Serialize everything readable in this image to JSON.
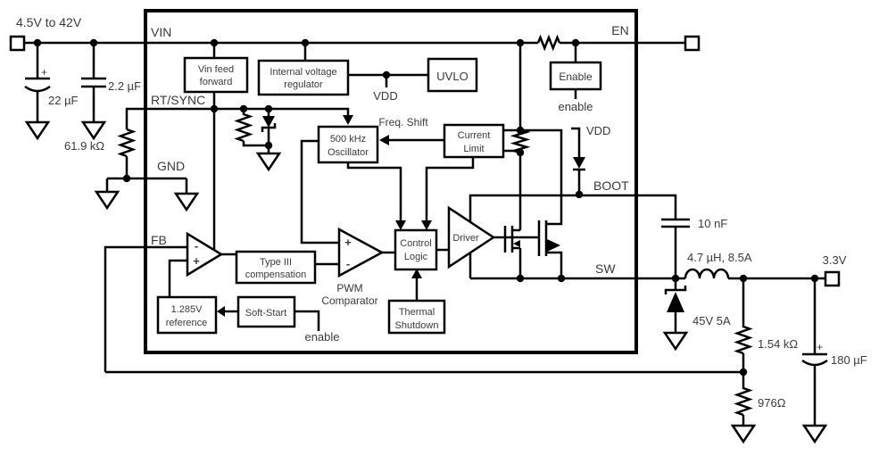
{
  "diagram": {
    "type": "dc-dc-buck-regulator-block-diagram",
    "colors": {
      "line": "#000000",
      "text": "#3a3a3a",
      "background": "#ffffff"
    },
    "input": {
      "label": "4.5V to 42V"
    },
    "output": {
      "label": "3.3V"
    },
    "pins": {
      "vin": "VIN",
      "rt_sync": "RT/SYNC",
      "gnd": "GND",
      "fb": "FB",
      "en": "EN",
      "boot": "BOOT",
      "sw": "SW"
    },
    "signals": {
      "vdd": "VDD",
      "freq_shift": "Freq. Shift",
      "enable": "enable",
      "pwm_line1": "PWM",
      "pwm_line2": "Comparator",
      "plus": "+",
      "minus": "-"
    },
    "blocks": {
      "vin_feed_forward": {
        "line1": "Vin feed",
        "line2": "forward"
      },
      "internal_regulator": {
        "line1": "Internal voltage",
        "line2": "regulator"
      },
      "uvlo": {
        "label": "UVLO"
      },
      "enable": {
        "label": "Enable"
      },
      "oscillator": {
        "line1": "500 kHz",
        "line2": "Oscillator"
      },
      "current_limit": {
        "line1": "Current",
        "line2": "Limit"
      },
      "control_logic": {
        "line1": "Control",
        "line2": "Logic"
      },
      "driver": {
        "label": "Driver"
      },
      "thermal_shutdown": {
        "line1": "Thermal",
        "line2": "Shutdown"
      },
      "soft_start": {
        "label": "Soft-Start"
      },
      "type_iii": {
        "line1": "Type III",
        "line2": "compensation"
      },
      "reference": {
        "line1": "1.285V",
        "line2": "reference"
      }
    },
    "components": {
      "input_cap": "22 µF",
      "bypass_cap": "2.2 µF",
      "rt_resistor": "61.9 kΩ",
      "boot_cap": "10 nF",
      "inductor": "4.7 µH, 8.5A",
      "catch_diode": "45V 5A",
      "fb_top_resistor": "1.54 kΩ",
      "fb_bottom_resistor": "976Ω",
      "output_cap": "180 µF"
    }
  }
}
